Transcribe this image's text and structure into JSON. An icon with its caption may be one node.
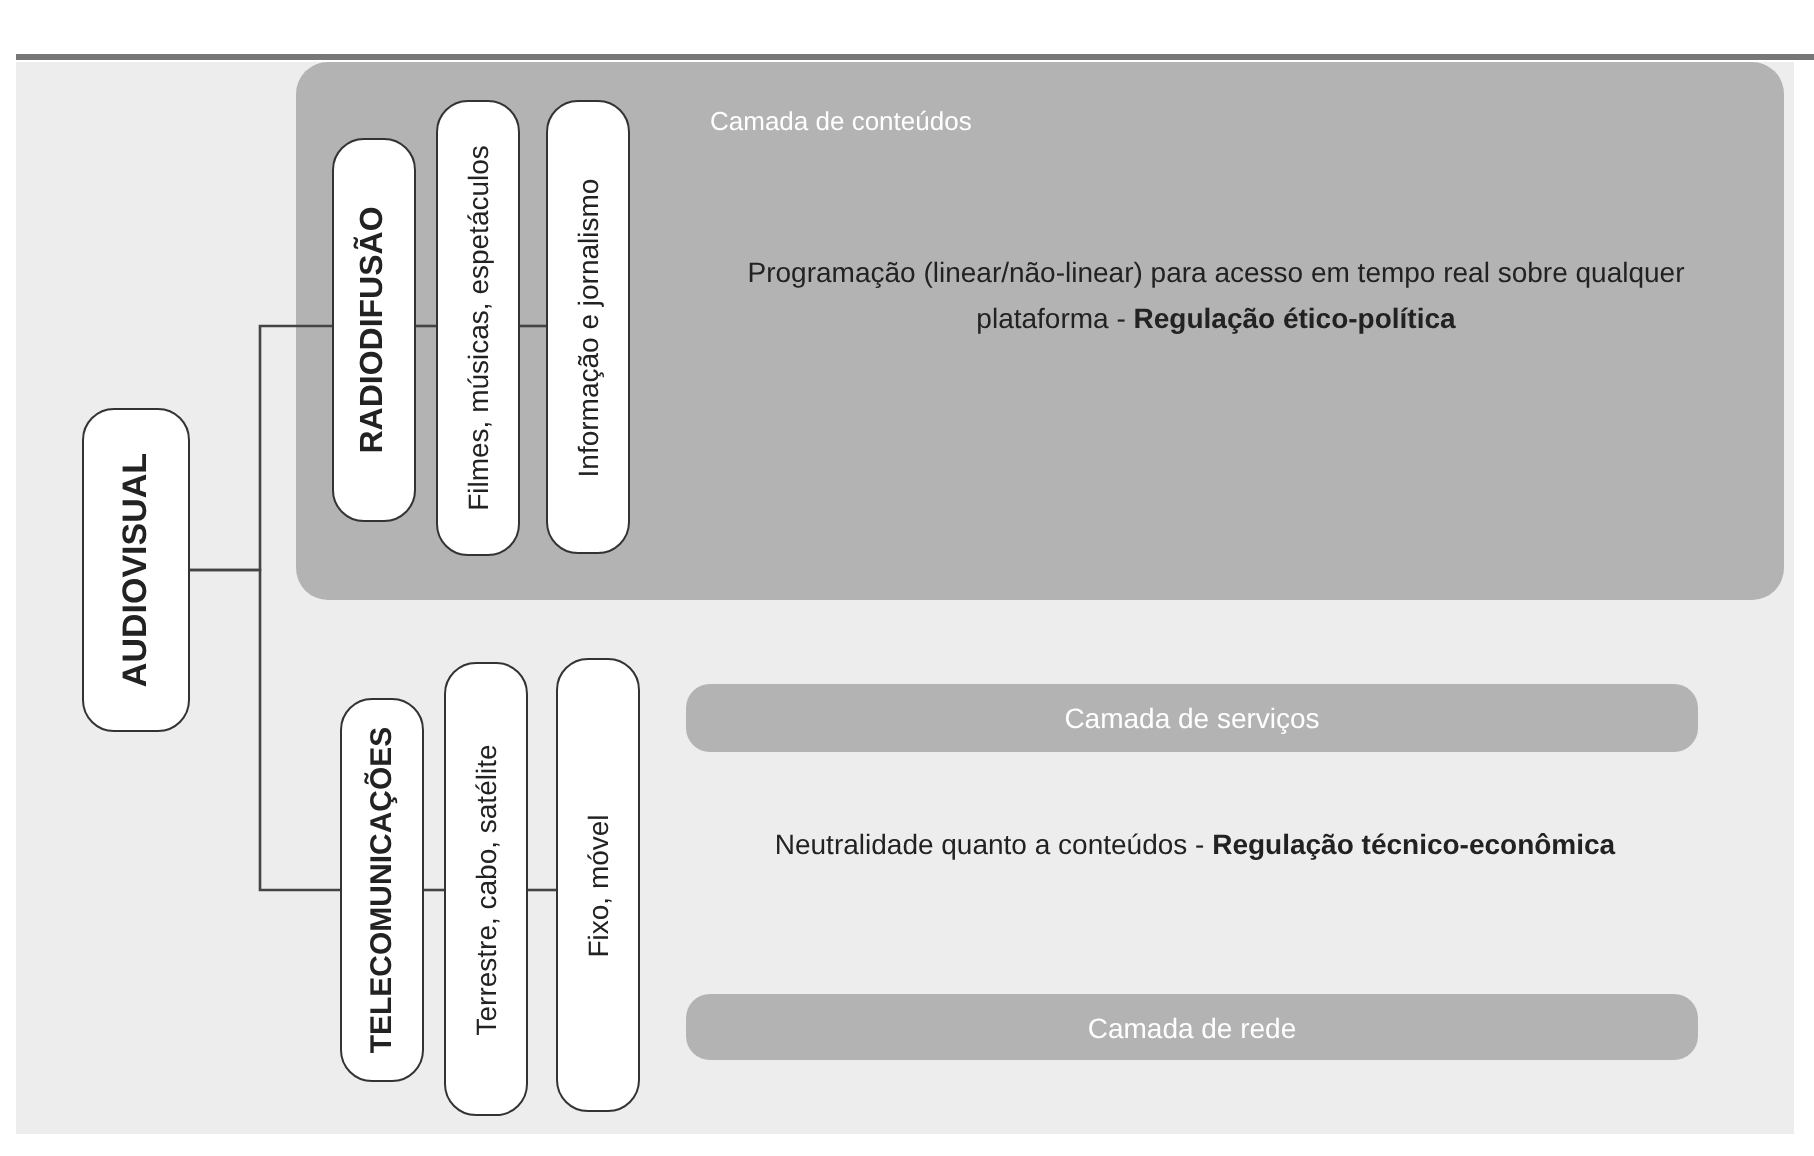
{
  "diagram": {
    "nodes": [
      {
        "text": [
          "AUDIOVISUAL"
        ]
      },
      {
        "text": [
          "Camada de conteúdos",
          "Programação (linear/não-linear) para acesso em tempo real sobre qualquer plataforma - **Regulação ético-política**"
        ]
      },
      {
        "text": [
          "RADIODIFUSÃO"
        ],
        "in": 1
      },
      {
        "text": [
          "Filmes, músicas, espetáculos"
        ],
        "in": 1
      },
      {
        "text": [
          "Informação e jornalismo"
        ],
        "in": 1
      },
      {
        "text": [
          "TELECOMUNICAÇÕES"
        ]
      },
      {
        "text": [
          "Terrestre, cabo, satélite"
        ]
      },
      {
        "text": [
          "Fixo, móvel"
        ]
      },
      {
        "text": [
          "Camada de serviços"
        ]
      },
      {
        "text": [
          "Camada de rede"
        ]
      }
    ],
    "edges": [
      {
        "from": 0,
        "to": 2,
        "arrow": "none"
      },
      {
        "from": 2,
        "to": 3,
        "arrow": "none"
      },
      {
        "from": 3,
        "to": 4,
        "arrow": "none"
      },
      {
        "from": 0,
        "to": 5,
        "arrow": "none"
      },
      {
        "from": 5,
        "to": 6,
        "arrow": "none"
      },
      {
        "from": 6,
        "to": 7,
        "arrow": "none"
      }
    ],
    "labels": [
      "Neutralidade quanto a conteúdos - **Regulação técnico-econômica**"
    ]
  }
}
